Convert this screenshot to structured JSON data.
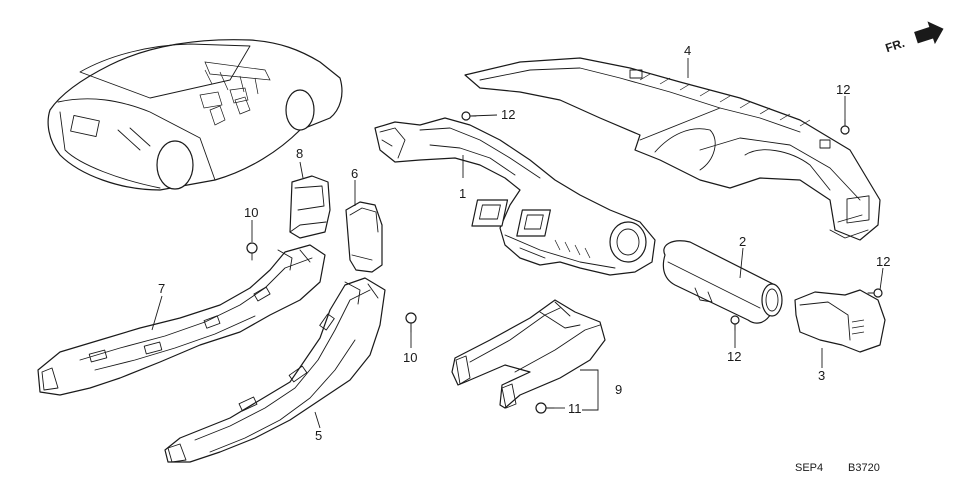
{
  "orientation": {
    "label": "FR.",
    "icon": "front-direction-arrow-icon"
  },
  "callouts": {
    "c1": "1",
    "c2": "2",
    "c3": "3",
    "c4": "4",
    "c5": "5",
    "c6": "6",
    "c7": "7",
    "c8": "8",
    "c9": "9",
    "c10a": "10",
    "c10b": "10",
    "c11": "11",
    "c12a": "12",
    "c12b": "12",
    "c12c": "12",
    "c12d": "12"
  },
  "footer": {
    "model_code": "SEP4",
    "figure_code": "B3720"
  }
}
